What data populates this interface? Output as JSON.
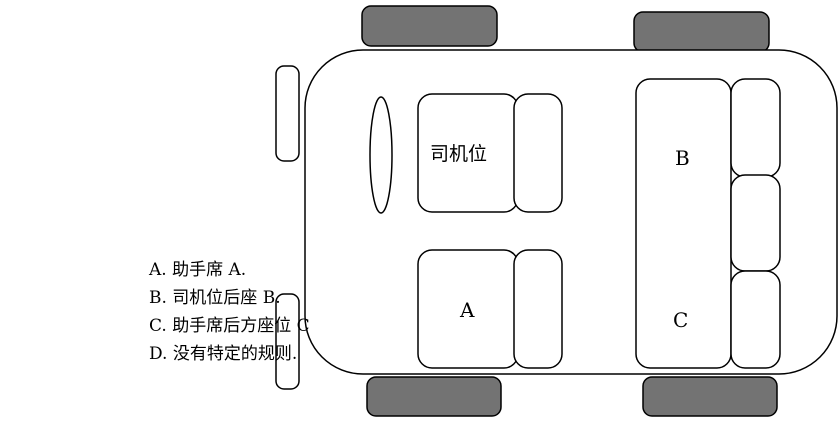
{
  "diagram": {
    "driver_label": "司机位",
    "seat_a_label": "A",
    "seat_b_label": "B",
    "seat_c_label": "C"
  },
  "options": [
    "A. 助手席 A.",
    "B. 司机位后座 B.",
    "C. 助手席后方座位 C",
    "D. 没有特定的规则."
  ],
  "colors": {
    "wheel_fill": "#737373",
    "outline": "#000000",
    "background": "#ffffff"
  }
}
